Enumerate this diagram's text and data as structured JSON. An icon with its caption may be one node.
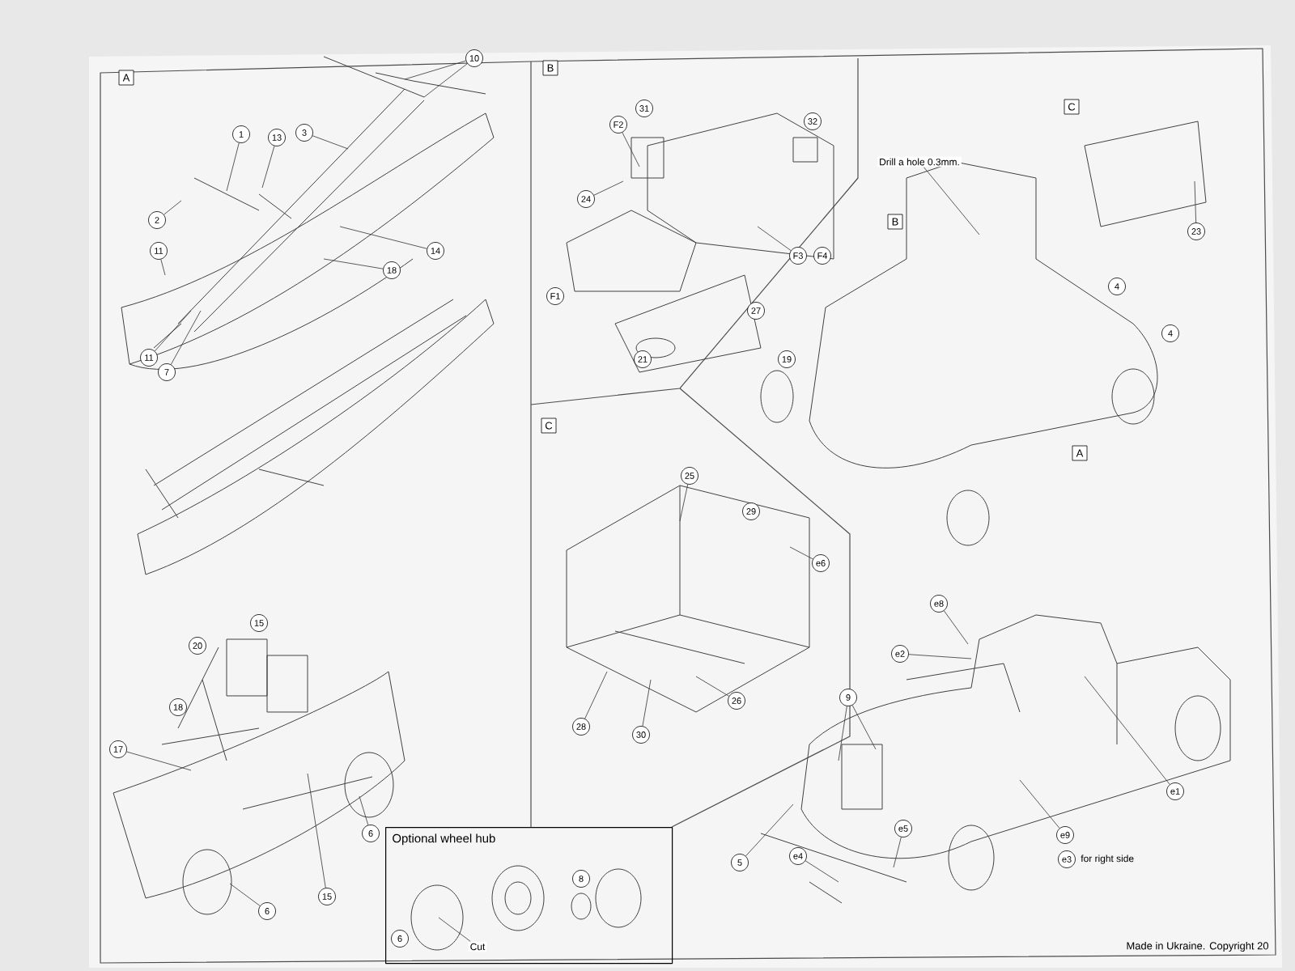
{
  "diagram": {
    "nodes": [
      {
        "text": [
          "A"
        ]
      },
      {
        "text": [
          "10"
        ]
      },
      {
        "text": [
          "1"
        ]
      },
      {
        "text": [
          "13"
        ]
      },
      {
        "text": [
          "3"
        ]
      },
      {
        "text": [
          "2"
        ]
      },
      {
        "text": [
          "14"
        ]
      },
      {
        "text": [
          "11"
        ]
      },
      {
        "text": [
          "18"
        ]
      },
      {
        "text": [
          "11"
        ]
      },
      {
        "text": [
          "7"
        ]
      },
      {
        "text": [
          "B"
        ]
      },
      {
        "text": [
          "31"
        ]
      },
      {
        "text": [
          "F2"
        ]
      },
      {
        "text": [
          "32"
        ]
      },
      {
        "text": [
          "24"
        ]
      },
      {
        "text": [
          "F3"
        ]
      },
      {
        "text": [
          "F4"
        ]
      },
      {
        "text": [
          "F1"
        ]
      },
      {
        "text": [
          "27"
        ]
      },
      {
        "text": [
          "21"
        ]
      },
      {
        "text": [
          "19"
        ]
      },
      {
        "text": [
          "C"
        ]
      },
      {
        "text": [
          "Drill a hole 0.3mm."
        ]
      },
      {
        "text": [
          "B"
        ]
      },
      {
        "text": [
          "23"
        ]
      },
      {
        "text": [
          "4"
        ]
      },
      {
        "text": [
          "4"
        ]
      },
      {
        "text": [
          "A"
        ]
      },
      {
        "text": [
          "C"
        ]
      },
      {
        "text": [
          "25"
        ]
      },
      {
        "text": [
          "29"
        ]
      },
      {
        "text": [
          "e6"
        ]
      },
      {
        "text": [
          "26"
        ]
      },
      {
        "text": [
          "28"
        ]
      },
      {
        "text": [
          "30"
        ]
      },
      {
        "text": [
          "15"
        ]
      },
      {
        "text": [
          "20"
        ]
      },
      {
        "text": [
          "18"
        ]
      },
      {
        "text": [
          "17"
        ]
      },
      {
        "text": [
          "6"
        ]
      },
      {
        "text": [
          "15"
        ]
      },
      {
        "text": [
          "6"
        ]
      },
      {
        "text": [
          "Optional wheel hub"
        ]
      },
      {
        "text": [
          "6"
        ],
        "in": 43
      },
      {
        "text": [
          "Cut"
        ],
        "in": 43
      },
      {
        "text": [
          "8"
        ],
        "in": 43
      },
      {
        "text": [
          "e8"
        ]
      },
      {
        "text": [
          "e2"
        ]
      },
      {
        "text": [
          "9"
        ]
      },
      {
        "text": [
          "e1"
        ]
      },
      {
        "text": [
          "e9"
        ]
      },
      {
        "text": [
          "e5"
        ]
      },
      {
        "text": [
          "e3"
        ],
        "beside": [
          "for right side"
        ]
      },
      {
        "text": [
          "5"
        ]
      },
      {
        "text": [
          "e4"
        ]
      }
    ],
    "edges": [
      {
        "from": 1,
        "to": null,
        "arrow": "none"
      },
      {
        "from": 1,
        "to": null,
        "arrow": "none"
      },
      {
        "from": 2,
        "to": null,
        "arrow": "none"
      },
      {
        "from": 3,
        "to": null,
        "arrow": "none"
      },
      {
        "from": 4,
        "to": null,
        "arrow": "none"
      },
      {
        "from": 5,
        "to": null,
        "arrow": "none"
      },
      {
        "from": 6,
        "to": null,
        "arrow": "none"
      },
      {
        "from": 7,
        "to": null,
        "arrow": "none"
      },
      {
        "from": 8,
        "to": null,
        "arrow": "none"
      },
      {
        "from": 9,
        "to": null,
        "arrow": "none"
      },
      {
        "from": 10,
        "to": null,
        "arrow": "none"
      },
      {
        "from": 13,
        "to": null,
        "arrow": "none"
      },
      {
        "from": 15,
        "to": null,
        "arrow": "none"
      },
      {
        "from": 16,
        "to": null,
        "arrow": "none"
      },
      {
        "from": 23,
        "to": null,
        "arrow": "none"
      },
      {
        "from": 25,
        "to": null,
        "arrow": "none"
      },
      {
        "from": 30,
        "to": null,
        "arrow": "none"
      },
      {
        "from": 32,
        "to": null,
        "arrow": "none"
      },
      {
        "from": 33,
        "to": null,
        "arrow": "none"
      },
      {
        "from": 34,
        "to": null,
        "arrow": "none"
      },
      {
        "from": 35,
        "to": null,
        "arrow": "none"
      },
      {
        "from": 39,
        "to": null,
        "arrow": "none"
      },
      {
        "from": 40,
        "to": null,
        "arrow": "none"
      },
      {
        "from": 41,
        "to": null,
        "arrow": "none"
      },
      {
        "from": 42,
        "to": null,
        "arrow": "none"
      },
      {
        "from": 45,
        "to": null,
        "arrow": "none"
      },
      {
        "from": 47,
        "to": null,
        "arrow": "none"
      },
      {
        "from": 48,
        "to": null,
        "arrow": "none"
      },
      {
        "from": 49,
        "to": null,
        "arrow": "none"
      },
      {
        "from": 49,
        "to": null,
        "arrow": "none"
      },
      {
        "from": 50,
        "to": null,
        "arrow": "none"
      },
      {
        "from": 51,
        "to": null,
        "arrow": "none"
      },
      {
        "from": 52,
        "to": null,
        "arrow": "none"
      },
      {
        "from": 54,
        "to": null,
        "arrow": "none"
      },
      {
        "from": 55,
        "to": null,
        "arrow": "none"
      }
    ],
    "labels": [
      "Made in Ukraine. Copyright 20"
    ]
  }
}
